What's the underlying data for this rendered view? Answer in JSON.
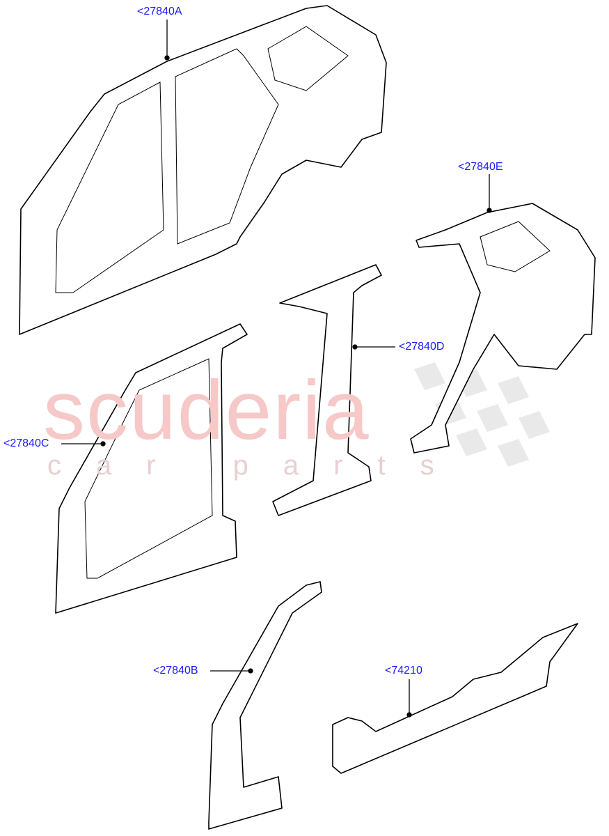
{
  "diagram": {
    "labels": [
      {
        "id": "27840A",
        "text": "<27840A"
      },
      {
        "id": "27840E",
        "text": "<27840E"
      },
      {
        "id": "27840D",
        "text": "<27840D"
      },
      {
        "id": "27840C",
        "text": "<27840C"
      },
      {
        "id": "27840B",
        "text": "<27840B"
      },
      {
        "id": "74210",
        "text": "<74210"
      }
    ],
    "watermark": {
      "line1": "scuderia",
      "line2": "car parts"
    },
    "colors": {
      "label": "#1a1aff",
      "leader": "#000000",
      "watermark": "#f6c8c8"
    }
  }
}
